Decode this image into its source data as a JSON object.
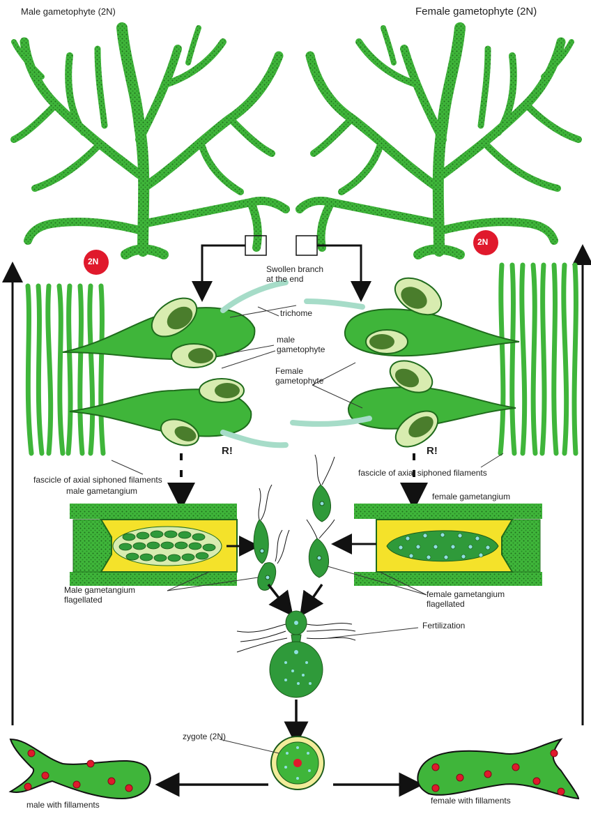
{
  "labels": {
    "male_gametophyte_title": "Male gametophyte (2N)",
    "female_gametophyte_title": "Female gametophyte (2N)",
    "ploidy_badge_left": "2N",
    "ploidy_badge_right": "2N",
    "swollen_branch": "Swollen branch\nat the end",
    "trichome": "trichome",
    "male_gametophyte_small": "male\ngametophyte",
    "female_gametophyte_small": "Female\ngametophyte",
    "meiosis_left": "R!",
    "meiosis_right": "R!",
    "fascicle_left": "fascicle of axial siphoned filaments",
    "male_gametangium": "male gametangium",
    "fascicle_right": "fascicle of axial siphoned filaments",
    "female_gametangium": "female gametangium",
    "male_gametangium_flagellated": "Male gametangium\nflagellated",
    "female_gametangium_flagellated": "female gametangium\nflagellated",
    "fertilization": "Fertilization",
    "zygote": "zygote (2N)",
    "male_with_filaments": "male with fillaments",
    "female_with_filaments": "female with fillaments"
  },
  "colors": {
    "algae_green": "#3fb53a",
    "algae_dark": "#1f6b1c",
    "pale_green": "#d8ecb0",
    "yellow": "#f4e22a",
    "red_badge": "#e0192c",
    "gamete_green": "#2f9a3a",
    "cyan_nucleus": "#8fe0e0"
  }
}
